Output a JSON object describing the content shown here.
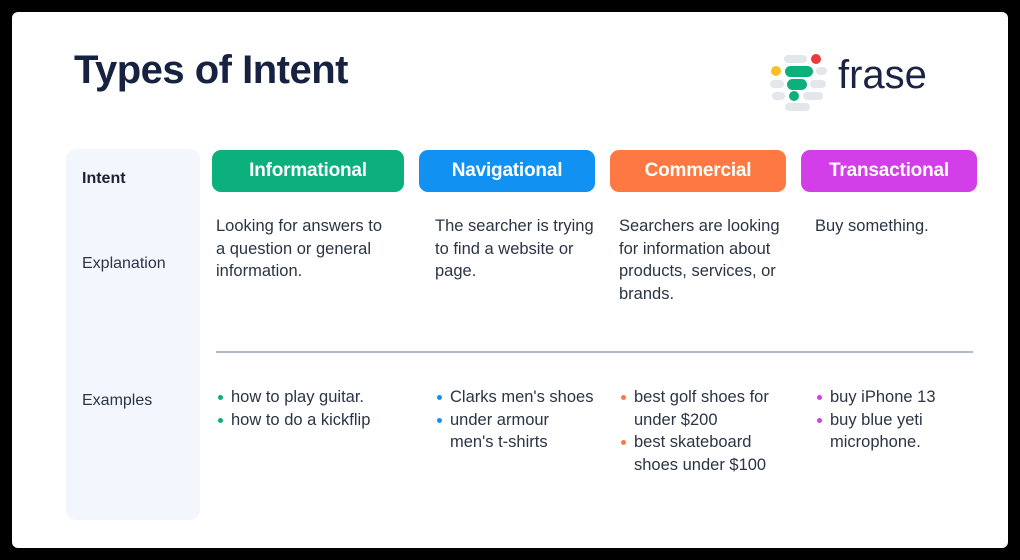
{
  "header": {
    "title": "Types of Intent",
    "logo": {
      "wordmark": "frase",
      "mark_name": "frase-logo-mark",
      "colors": {
        "gray": "#e3e6ea",
        "green": "#0cb07d",
        "yellow": "#f6c026",
        "red": "#ec3a3a",
        "wordmark": "#1b2444"
      }
    }
  },
  "table": {
    "row_labels": {
      "intent": "Intent",
      "explanation": "Explanation",
      "examples": "Examples"
    },
    "columns": [
      {
        "label": "Informational",
        "color": "#0cb07d",
        "explanation": "Looking for answers to a question or general information.",
        "examples": [
          "how to play guitar.",
          "how to do a kickflip"
        ]
      },
      {
        "label": "Navigational",
        "color": "#1191f2",
        "explanation": "The searcher is trying to find a website or page.",
        "examples": [
          "Clarks men's shoes",
          "under armour men's t-shirts"
        ]
      },
      {
        "label": "Commercial",
        "color": "#fd7843",
        "explanation": "Searchers are looking for information about products, services, or brands.",
        "examples": [
          "best golf shoes for under $200",
          "best skateboard shoes under $100"
        ]
      },
      {
        "label": "Transactional",
        "color": "#d23fe8",
        "explanation": "Buy something.",
        "examples": [
          "buy iPhone 13",
          "buy blue yeti microphone."
        ]
      }
    ]
  },
  "theme": {
    "card_background": "#ffffff",
    "frame_background": "#000000",
    "intent_column_background": "#f3f7fd",
    "title_color": "#172140",
    "body_text_color": "#2b3445",
    "divider_color": "#b2bac9"
  }
}
